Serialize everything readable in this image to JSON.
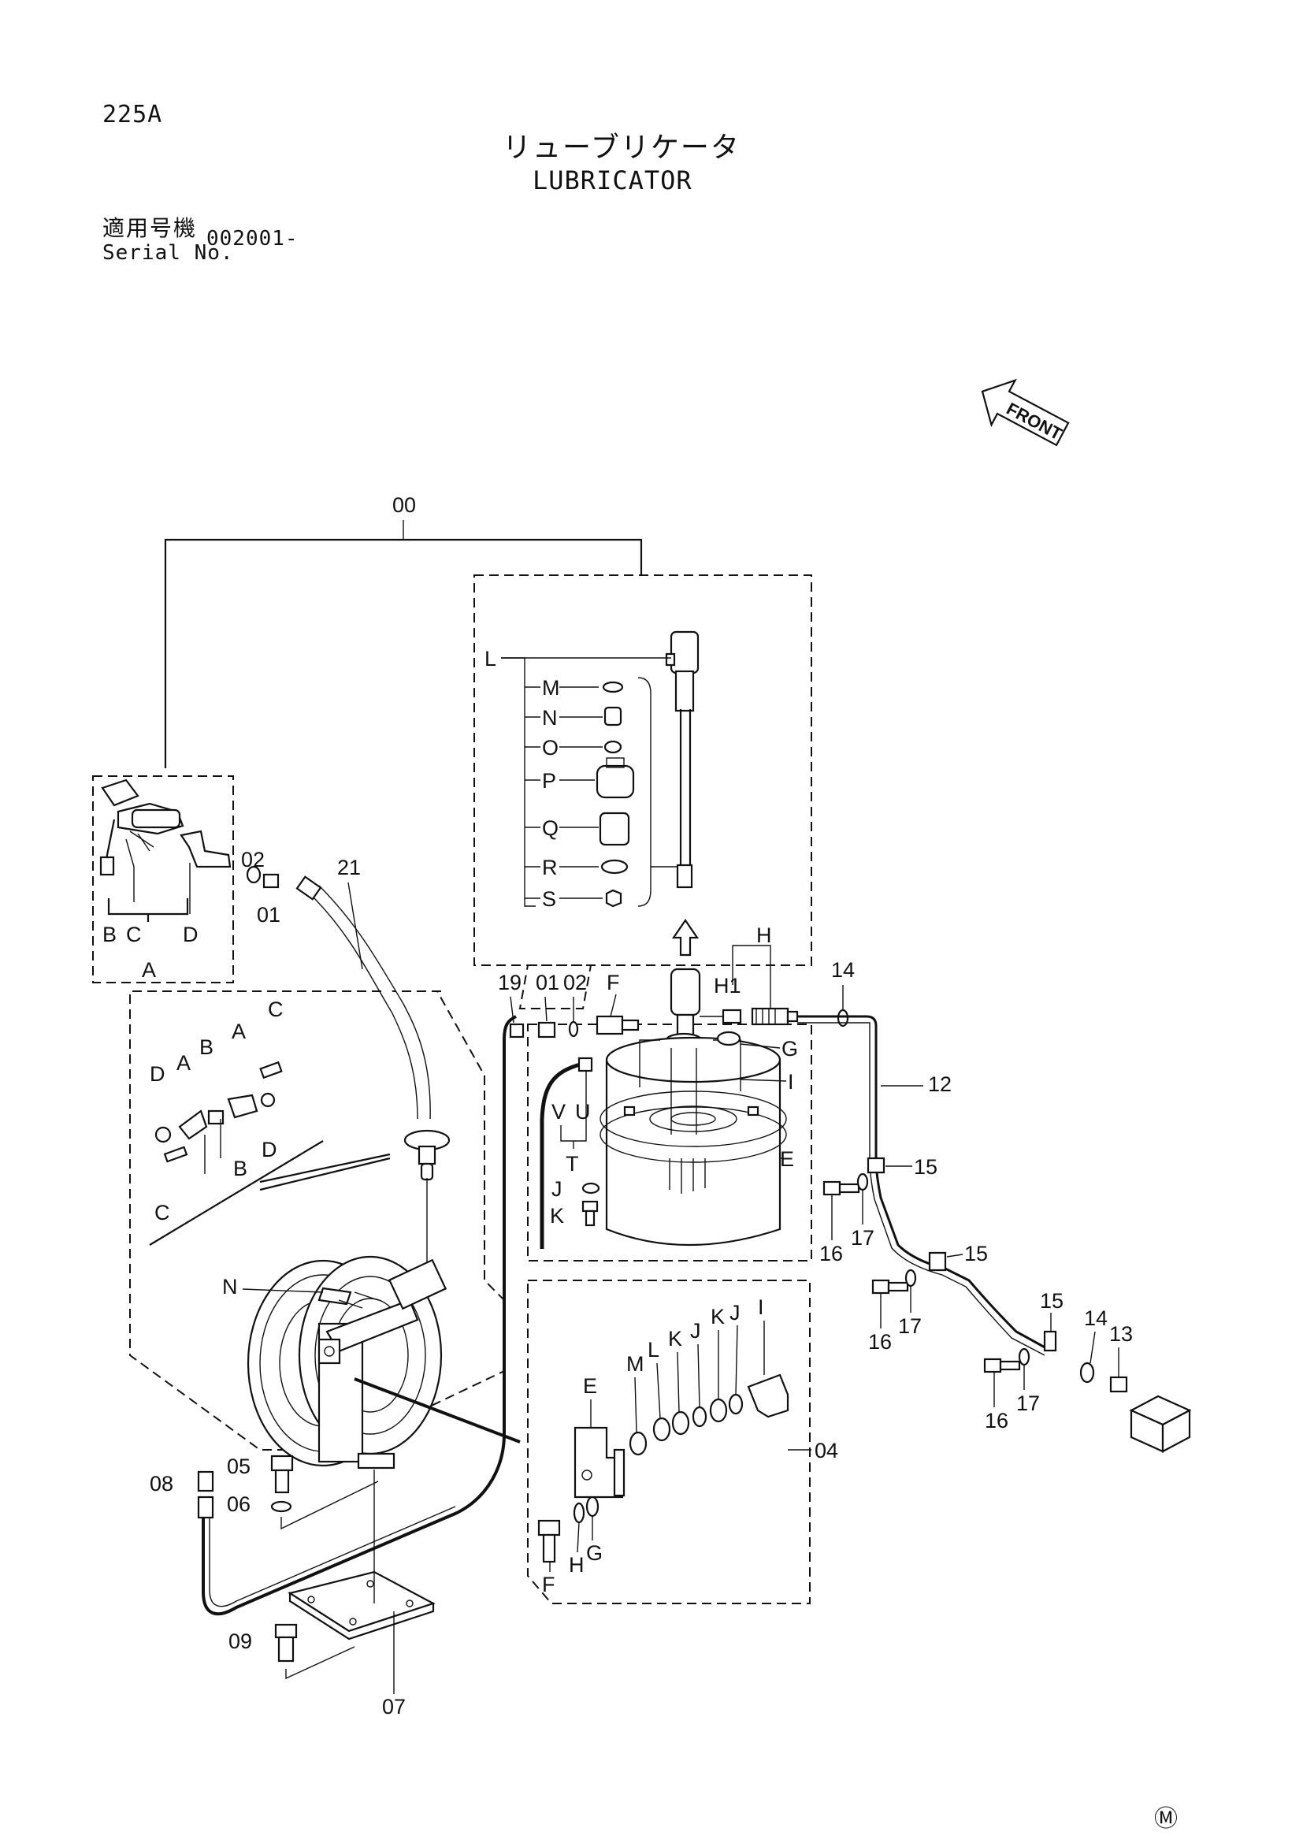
{
  "header": {
    "page_code": "225A",
    "title_jp": "リューブリケータ",
    "title_en": "LUBRICATOR",
    "serial_label_jp": "適用号機",
    "serial_label_en": "Serial No.",
    "serial_value": "002001-"
  },
  "front_indicator": "FRONT",
  "footer_mark": "Ⓜ",
  "callouts": {
    "c00": "00",
    "c01": "01",
    "c02": "02",
    "c04": "04",
    "c05": "05",
    "c06": "06",
    "c07": "07",
    "c08": "08",
    "c09": "09",
    "c12": "12",
    "c13": "13",
    "c14": "14",
    "c15": "15",
    "c16": "16",
    "c17": "17",
    "c19": "19",
    "c21": "21",
    "A": "A",
    "B": "B",
    "C": "C",
    "D": "D",
    "E": "E",
    "F": "F",
    "G": "G",
    "H": "H",
    "H1": "H1",
    "I": "I",
    "J": "J",
    "K": "K",
    "L": "L",
    "M": "M",
    "N": "N",
    "O": "O",
    "P": "P",
    "Q": "Q",
    "R": "R",
    "S": "S",
    "T": "T",
    "U": "U",
    "V": "V"
  }
}
